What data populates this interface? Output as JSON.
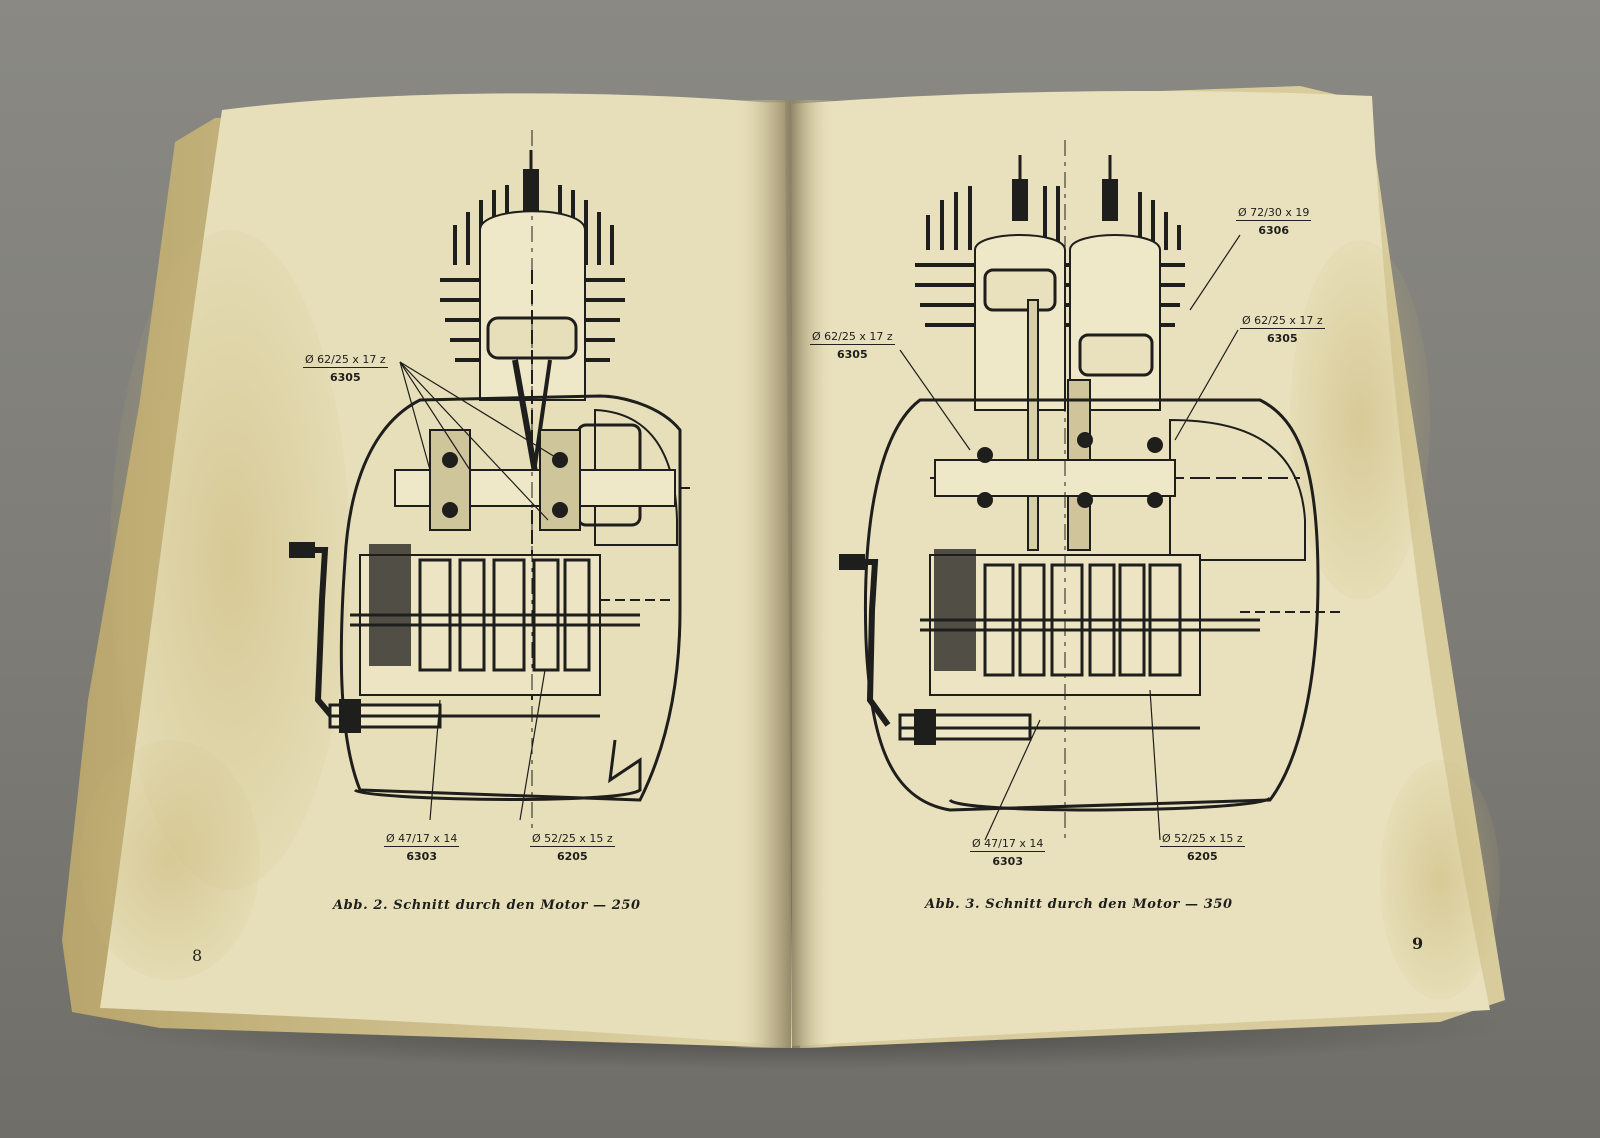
{
  "book": {
    "page_colors": {
      "left": "#e7dfba",
      "right": "#e9e1bd",
      "stain": "#c9b878",
      "ink": "#1e1e1c"
    }
  },
  "left_page": {
    "page_number": "8",
    "caption": "Abb. 2. Schnitt durch den Motor — 250",
    "labels": [
      {
        "size": "Ø 62/25 x 17 z",
        "code": "6305"
      },
      {
        "size": "Ø 47/17 x 14",
        "code": "6303"
      },
      {
        "size": "Ø 52/25 x 15 z",
        "code": "6205"
      }
    ]
  },
  "right_page": {
    "page_number": "9",
    "caption": "Abb. 3. Schnitt durch den Motor — 350",
    "labels": [
      {
        "size": "Ø 72/30 x 19",
        "code": "6306"
      },
      {
        "size": "Ø 62/25 x 17 z",
        "code": "6305"
      },
      {
        "size": "Ø 62/25 x 17 z",
        "code": "6305"
      },
      {
        "size": "Ø 47/17 x 14",
        "code": "6303"
      },
      {
        "size": "Ø 52/25 x 15 z",
        "code": "6205"
      }
    ]
  }
}
